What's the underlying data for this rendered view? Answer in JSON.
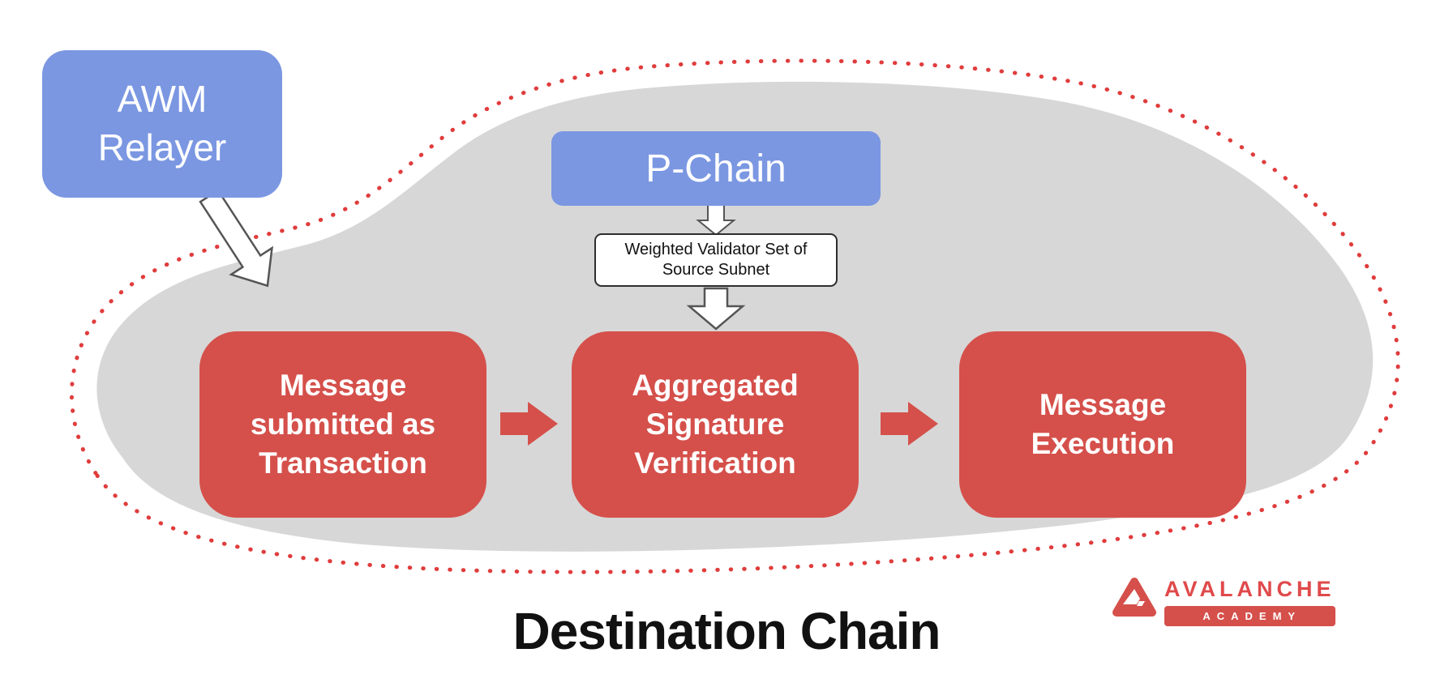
{
  "diagram": {
    "awm_relayer_label": "AWM\nRelayer",
    "p_chain_label": "P-Chain",
    "validator_label": "Weighted Validator Set of Source Subnet",
    "steps": [
      "Message submitted as Transaction",
      "Aggregated Signature Verification",
      "Message Execution"
    ],
    "destination_label": "Destination Chain"
  },
  "logo": {
    "brand": "AVALANCHE",
    "sub": "ACADEMY"
  },
  "colors": {
    "blue_box": "#7b97e2",
    "red_box": "#d5504b",
    "blob_gray": "#d7d7d7",
    "dotted_outline_red": "#e03c3c",
    "logo_red": "#e0494b",
    "text_dark": "#111111"
  }
}
